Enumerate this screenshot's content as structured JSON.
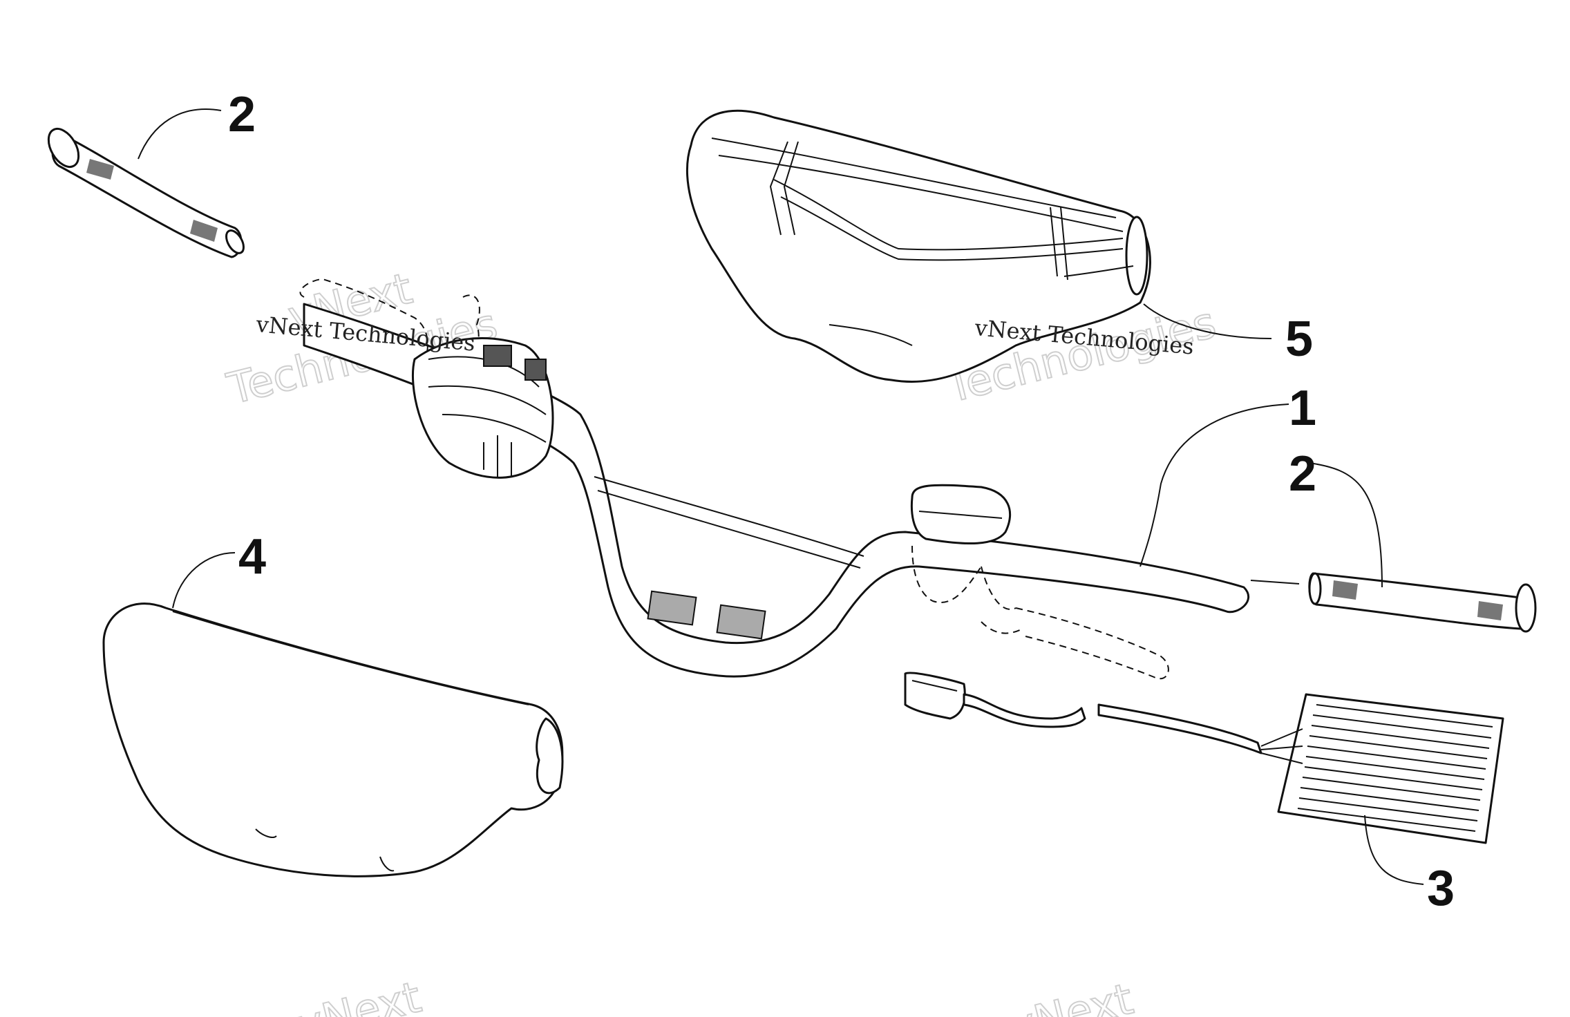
{
  "callouts": [
    {
      "id": "grip-left",
      "label": "2"
    },
    {
      "id": "hand-guard-right",
      "label": "5"
    },
    {
      "id": "handlebar",
      "label": "1"
    },
    {
      "id": "grip-right",
      "label": "2"
    },
    {
      "id": "hand-guard-left",
      "label": "4"
    },
    {
      "id": "heater-element",
      "label": "3"
    }
  ],
  "watermarks": {
    "line1": "vNext",
    "line2": "Technologies",
    "small": "vNext Technologies"
  }
}
